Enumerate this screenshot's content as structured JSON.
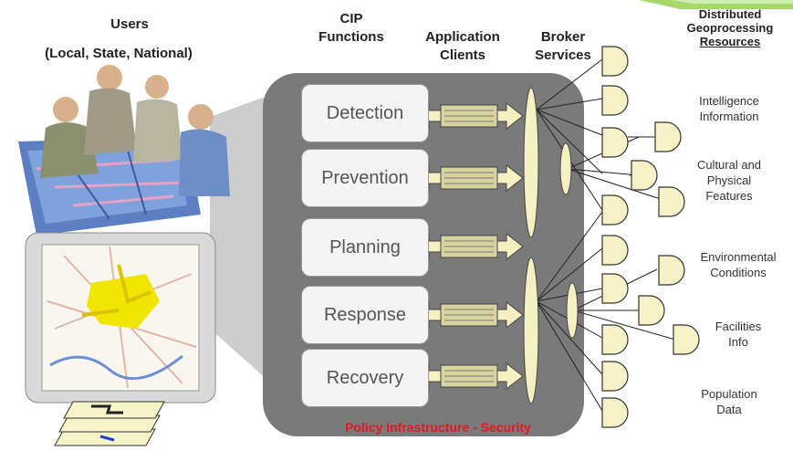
{
  "headers": {
    "users_line1": "Users",
    "users_line2": "(Local, State, National)",
    "cip_line1": "CIP",
    "cip_line2": "Functions",
    "app_line1": "Application",
    "app_line2": "Clients",
    "broker_line1": "Broker",
    "broker_line2": "Services",
    "dist_line1": "Distributed",
    "dist_line2": "Geoprocessing",
    "dist_line3": "Resources"
  },
  "functions": [
    "Detection",
    "Prevention",
    "Planning",
    "Response",
    "Recovery"
  ],
  "resources": [
    [
      "Intelligence",
      "Information"
    ],
    [
      "Cultural and",
      "Physical",
      "Features"
    ],
    [
      "Environmental",
      "Conditions"
    ],
    [
      "Facilities",
      "Info"
    ],
    [
      "Population",
      "Data"
    ]
  ],
  "footer": "Policy Infrastructure - Security",
  "colors": {
    "panel": "#7a7a7a",
    "server": "#f7f2c6",
    "footer_text": "#e8161e",
    "map_highlight": "#f2e600"
  }
}
